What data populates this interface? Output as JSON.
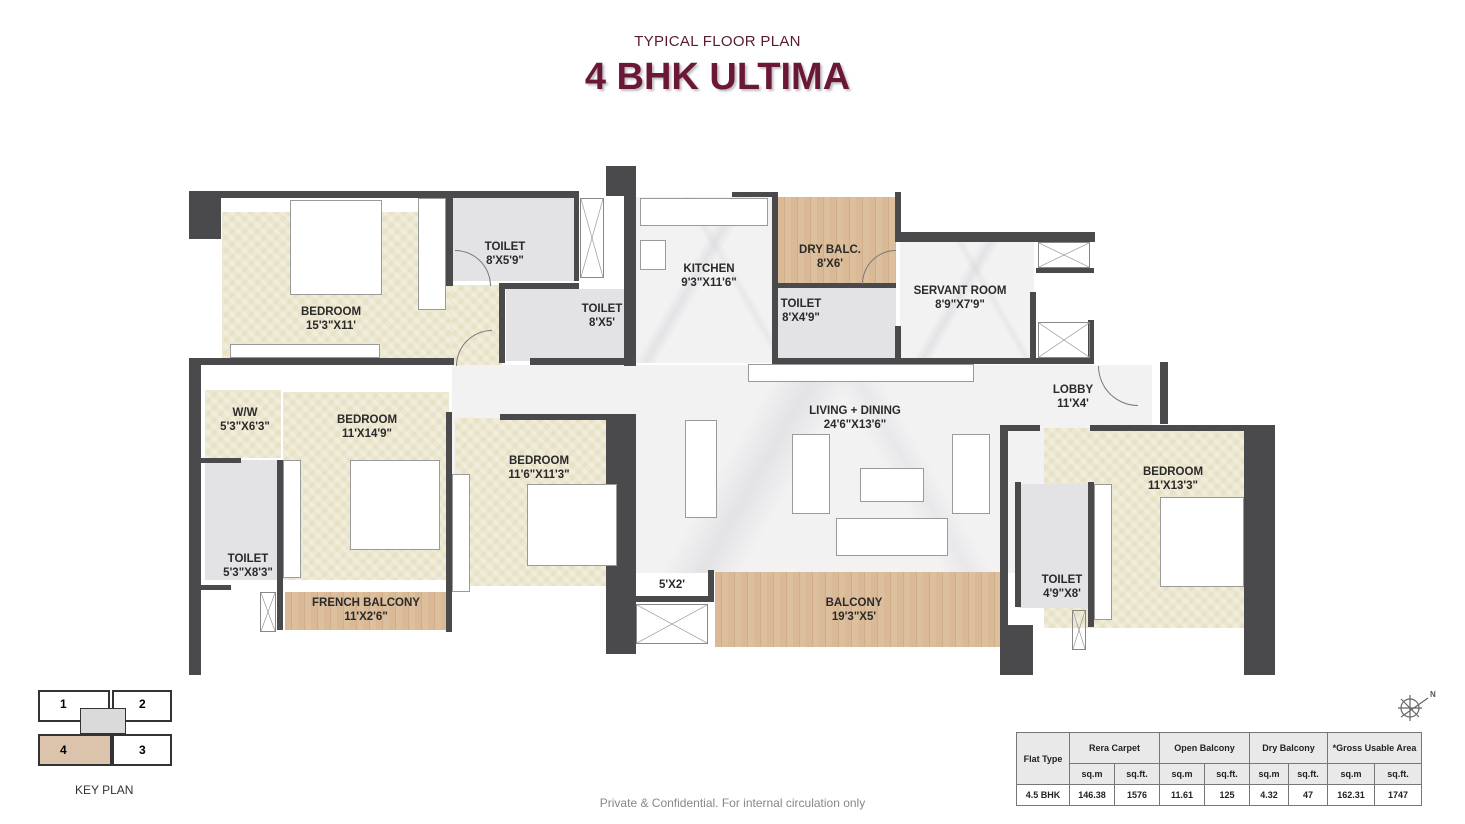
{
  "header": {
    "subtitle": "TYPICAL FLOOR PLAN",
    "title": "4 BHK ULTIMA"
  },
  "rooms": {
    "bedroom1": {
      "name": "BEDROOM",
      "size": "15'3\"X11'"
    },
    "toilet1": {
      "name": "TOILET",
      "size": "8'X5'9\""
    },
    "toilet2": {
      "name": "TOILET",
      "size": "8'X5'"
    },
    "kitchen": {
      "name": "KITCHEN",
      "size": "9'3\"X11'6\""
    },
    "dry_balcony": {
      "name": "DRY BALC.",
      "size": "8'X6'"
    },
    "toilet3": {
      "name": "TOILET",
      "size": "8'X4'9\""
    },
    "servant_room": {
      "name": "SERVANT ROOM",
      "size": "8'9\"X7'9\""
    },
    "lobby": {
      "name": "LOBBY",
      "size": "11'X4'"
    },
    "ww": {
      "name": "W/W",
      "size": "5'3\"X6'3\""
    },
    "bedroom2": {
      "name": "BEDROOM",
      "size": "11'X14'9\""
    },
    "bedroom3": {
      "name": "BEDROOM",
      "size": "11'6\"X11'3\""
    },
    "living_dining": {
      "name": "LIVING + DINING",
      "size": "24'6\"X13'6\""
    },
    "bedroom4": {
      "name": "BEDROOM",
      "size": "11'X13'3\""
    },
    "toilet4": {
      "name": "TOILET",
      "size": "5'3\"X8'3\""
    },
    "french_balcony": {
      "name": "FRENCH BALCONY",
      "size": "11'X2'6\""
    },
    "ledge": {
      "size": "5'X2'"
    },
    "balcony": {
      "name": "BALCONY",
      "size": "19'3\"X5'"
    },
    "toilet5": {
      "name": "TOILET",
      "size": "4'9\"X8'"
    }
  },
  "key_plan": {
    "label": "KEY PLAN",
    "units": [
      "1",
      "2",
      "3",
      "4"
    ],
    "highlighted_unit": "4",
    "highlight_color": "#dcc3ab"
  },
  "compass": {
    "label": "N"
  },
  "area_table": {
    "headers": [
      "Flat Type",
      "Rera Carpet",
      "Open Balcony",
      "Dry Balcony",
      "*Gross Usable Area"
    ],
    "units": [
      "sq.m",
      "sq.ft.",
      "sq.m",
      "sq.ft.",
      "sq.m",
      "sq.ft.",
      "sq.m",
      "sq.ft."
    ],
    "row": [
      "4.5 BHK",
      "146.38",
      "1576",
      "11.61",
      "125",
      "4.32",
      "47",
      "162.31",
      "1747"
    ]
  },
  "footer": "Private & Confidential. For internal circulation only",
  "colors": {
    "title": "#6b1838",
    "wall": "#4a4a4c",
    "wood": "#d9b996",
    "bedroom_floor": "#ece7cf"
  }
}
